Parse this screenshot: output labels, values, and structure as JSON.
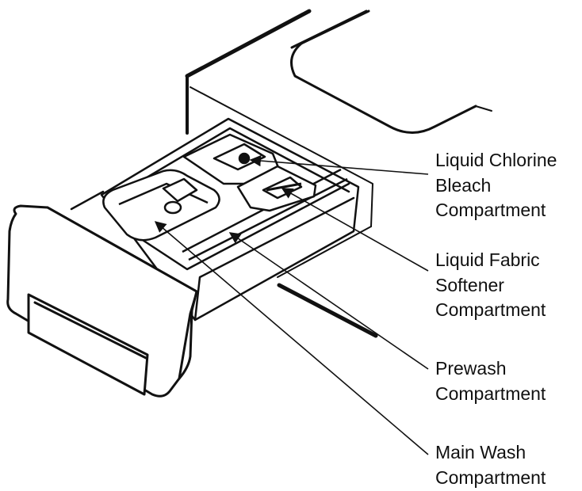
{
  "colors": {
    "line": "#111111",
    "background": "#ffffff"
  },
  "callouts": [
    {
      "id": "bleach",
      "label": "Liquid Chlorine\nBleach\nCompartment"
    },
    {
      "id": "softener",
      "label": "Liquid Fabric\nSoftener\nCompartment"
    },
    {
      "id": "prewash",
      "label": "Prewash\nCompartment"
    },
    {
      "id": "mainwash",
      "label": "Main Wash\nCompartment"
    }
  ]
}
